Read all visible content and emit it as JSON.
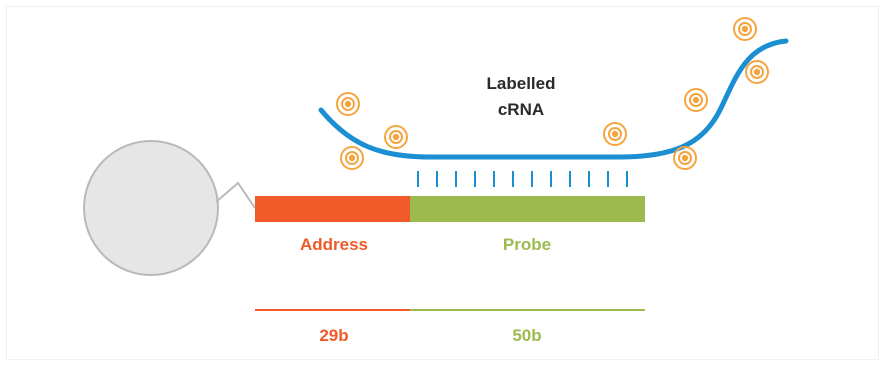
{
  "rna_label": {
    "line1": "Labelled",
    "line2": "cRNA"
  },
  "segments": {
    "address": {
      "label": "Address",
      "length": "29b",
      "color": "#ef5a28"
    },
    "probe": {
      "label": "Probe",
      "length": "50b",
      "color": "#9dba4f"
    }
  },
  "colors": {
    "rna_strand": "#1b8fd2",
    "bead_fill": "#e6e6e6",
    "bead_stroke": "#b9b9b9",
    "fluorophore": "#f5a540",
    "text_dark": "#2b2b2b"
  },
  "icons": {
    "bead": "bead-icon",
    "fluorophore": "fluorophore-label-icon"
  }
}
